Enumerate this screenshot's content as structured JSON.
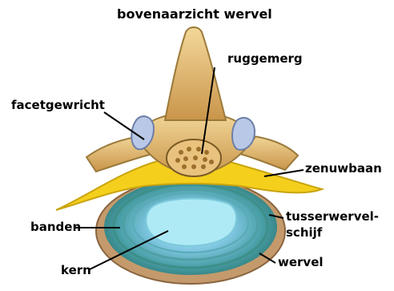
{
  "title": "bovenaarzicht wervel",
  "labels": {
    "ruggemerg": "ruggemerg",
    "facetgewricht": "facetgewricht",
    "zenuwbaan": "zenuwbaan",
    "banden": "banden",
    "tusserwervel_line1": "tusserwervel-",
    "tusserwervel_line2": "schijf",
    "wervel": "wervel",
    "kern": "kern"
  },
  "colors": {
    "bone": "#e8c27a",
    "bone_shadow": "#b98a3e",
    "nerve": "#f5d21a",
    "disc_outer": "#3d8e8c",
    "disc_ring": "#6fb8d6",
    "nucleus": "#a9e6f2",
    "spinal_cord": "#e9c27d",
    "vertebra_rim": "#c49a6c"
  }
}
